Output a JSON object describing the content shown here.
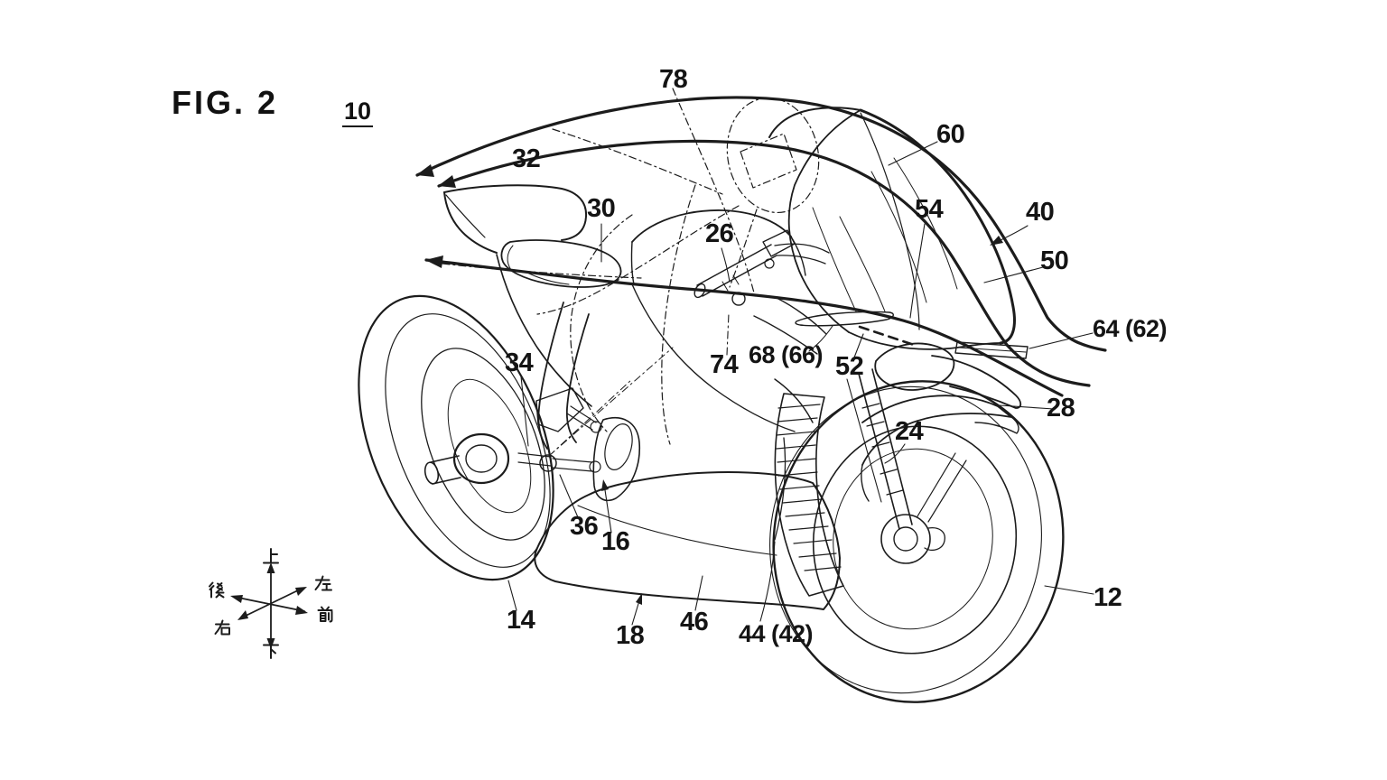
{
  "figure": {
    "title": "FIG. 2",
    "number": "10"
  },
  "reference_labels": [
    {
      "id": "78",
      "text": "78"
    },
    {
      "id": "32",
      "text": "32"
    },
    {
      "id": "30",
      "text": "30"
    },
    {
      "id": "26",
      "text": "26"
    },
    {
      "id": "60",
      "text": "60"
    },
    {
      "id": "54",
      "text": "54"
    },
    {
      "id": "40",
      "text": "40"
    },
    {
      "id": "50",
      "text": "50"
    },
    {
      "id": "64-62",
      "text": "64 (62)"
    },
    {
      "id": "68-66",
      "text": "68 (66)"
    },
    {
      "id": "52",
      "text": "52"
    },
    {
      "id": "74",
      "text": "74"
    },
    {
      "id": "28",
      "text": "28"
    },
    {
      "id": "24",
      "text": "24"
    },
    {
      "id": "34",
      "text": "34"
    },
    {
      "id": "36",
      "text": "36"
    },
    {
      "id": "16",
      "text": "16"
    },
    {
      "id": "14",
      "text": "14"
    },
    {
      "id": "18",
      "text": "18"
    },
    {
      "id": "46",
      "text": "46"
    },
    {
      "id": "44-42",
      "text": "44 (42)"
    },
    {
      "id": "12",
      "text": "12"
    }
  ],
  "axis_indicator": {
    "up": {
      "char": "上",
      "meaning": "up"
    },
    "down": {
      "char": "下",
      "meaning": "down"
    },
    "left": {
      "char": "左",
      "meaning": "left"
    },
    "right": {
      "char": "右",
      "meaning": "right"
    },
    "front": {
      "char": "前",
      "meaning": "front"
    },
    "rear": {
      "char": "後",
      "meaning": "rear"
    }
  },
  "colors": {
    "background": "#ffffff",
    "line": "#1c1c1c",
    "label": "#141414"
  }
}
